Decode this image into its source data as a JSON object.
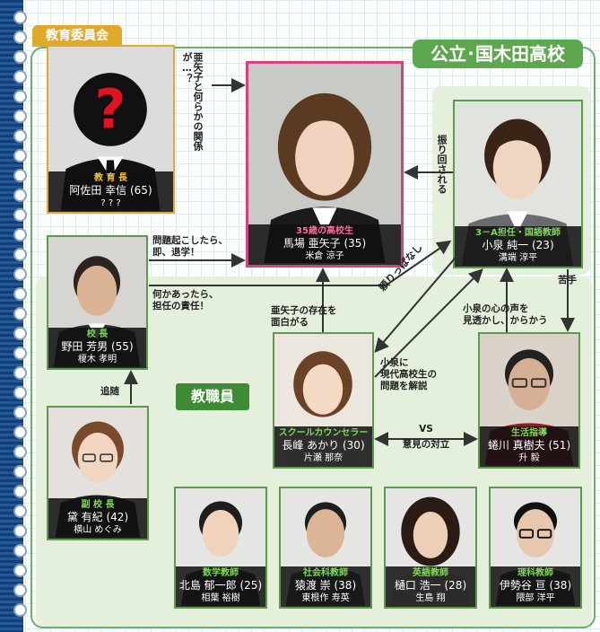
{
  "groups": {
    "board": "教育委員会",
    "school": "公立･国木田高校",
    "staff": "教職員"
  },
  "people": {
    "superintendent": {
      "role": "教 育 長",
      "name": "阿佐田 幸信 (65)",
      "actor": "? ? ?"
    },
    "heroine": {
      "role": "35歳の高校生",
      "name": "馬場 亜矢子 (35)",
      "actor": "米倉 涼子"
    },
    "koizumi": {
      "role": "3－A担任・国語教師",
      "name": "小泉 純一 (23)",
      "actor": "溝端 淳平"
    },
    "principal": {
      "role": "校 長",
      "name": "野田 芳男 (55)",
      "actor": "榎木 孝明"
    },
    "counselor": {
      "role": "スクールカウンセラー",
      "name": "長峰 あかり (30)",
      "actor": "片瀬 那奈"
    },
    "guidance": {
      "role": "生活指導",
      "name": "蜷川 真樹夫 (51)",
      "actor": "升 毅"
    },
    "vice": {
      "role": "副 校 長",
      "name": "黛 有紀 (42)",
      "actor": "横山 めぐみ"
    },
    "math": {
      "role": "数学教師",
      "name": "北島 郁一郎 (25)",
      "actor": "相葉 裕樹"
    },
    "social": {
      "role": "社会科教師",
      "name": "猿渡 崇 (38)",
      "actor": "東根作 寿英"
    },
    "english": {
      "role": "英語教師",
      "name": "樋口 浩一 (28)",
      "actor": "生島 翔"
    },
    "science": {
      "role": "理科教師",
      "name": "伊勢谷 亘 (38)",
      "actor": "隈部 洋平"
    }
  },
  "relations": {
    "board_to_heroine": "亜矢子と何らかの関係が…？",
    "koizumi_to_heroine": "振り回される",
    "principal_to_heroine": [
      "問題起こしたら、",
      "即、退学！"
    ],
    "principal_to_koizumi": [
      "何かあったら、",
      "担任の責任！"
    ],
    "counselor_to_heroine": [
      "亜矢子の存在を",
      "面白がる"
    ],
    "koizumi_to_counselor": "頼りっぱなし",
    "counselor_to_koizumi": [
      "小泉に",
      "現代高校生の",
      "問題を解説"
    ],
    "koizumi_guidance_a": [
      "小泉の心の声を",
      "見透かし、からかう"
    ],
    "koizumi_guidance_b": "苦手",
    "counselor_vs_guidance": [
      "VS",
      "意見の対立"
    ],
    "vice_to_principal": "追随"
  }
}
